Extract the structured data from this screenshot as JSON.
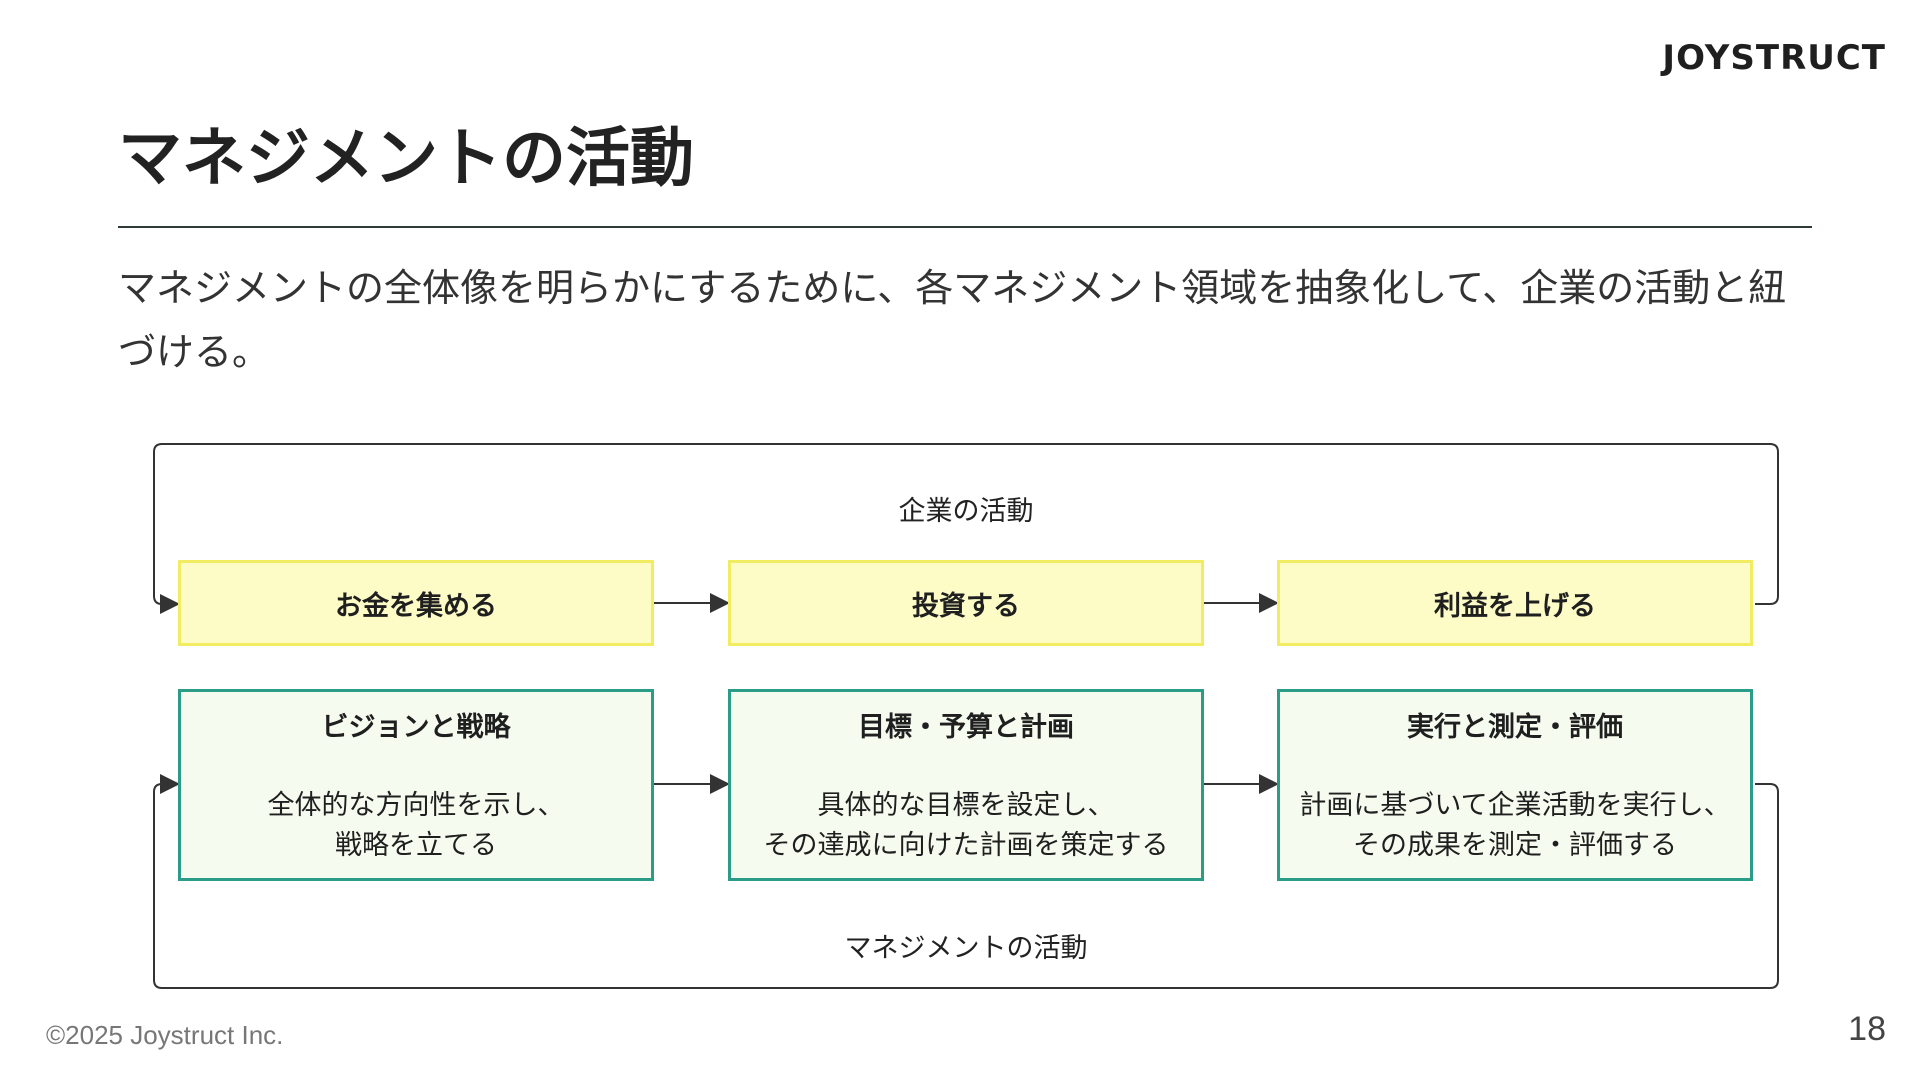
{
  "logo": {
    "text": "JOYSTRUCT"
  },
  "title": "マネジメントの活動",
  "description": "マネジメントの全体像を明らかにするために、各マネジメント領域を抽象化して、企業の活動と紐づける。",
  "diagram": {
    "outer_top_label": "企業の活動",
    "outer_bottom_label": "マネジメントの活動",
    "activities": [
      {
        "label": "お金を集める"
      },
      {
        "label": "投資する"
      },
      {
        "label": "利益を上げる"
      }
    ],
    "management": [
      {
        "title": "ビジョンと戦略",
        "description": "全体的な方向性を示し、\n戦略を立てる"
      },
      {
        "title": "目標・予算と計画",
        "description": "具体的な目標を設定し、\nその達成に向けた計画を策定する"
      },
      {
        "title": "実行と測定・評価",
        "description": "計画に基づいて企業活動を実行し、\nその成果を測定・評価する"
      }
    ]
  },
  "footer": {
    "copyright": "©2025 Joystruct Inc.",
    "page_number": "18"
  },
  "colors": {
    "activity_fill": "#fdfcc6",
    "activity_border": "#f1ec62",
    "management_fill": "#f6fbef",
    "management_border": "#2a9c88",
    "line": "#333333"
  }
}
